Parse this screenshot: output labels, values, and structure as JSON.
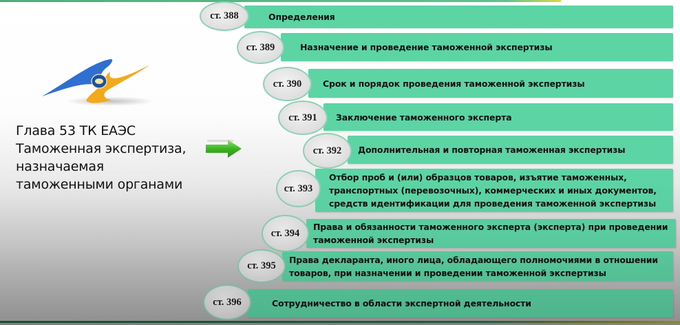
{
  "colors": {
    "box_fill": "#5dd4a4",
    "bubble_border": "#8fd1b6",
    "bubble_fill": "#dedede",
    "logo_blue": "#2f6fd0",
    "logo_yellow": "#f2a91c",
    "arrow_green": "#3cb521"
  },
  "logo": {
    "icon": "eaeu-emblem-icon"
  },
  "chapter": {
    "lines": [
      "Глава 53 ТК ЕАЭС",
      "Таможенная экспертиза,",
      "назначаемая",
      "таможенными органами"
    ]
  },
  "arrow": {
    "icon": "arrow-right-icon"
  },
  "articles": [
    {
      "number": "ст. 388",
      "title": "Определения"
    },
    {
      "number": "ст. 389",
      "title": "Назначение и проведение таможенной экспертизы"
    },
    {
      "number": "ст. 390",
      "title": "Срок и порядок проведения таможенной экспертизы"
    },
    {
      "number": "ст. 391",
      "title": "Заключение таможенного эксперта"
    },
    {
      "number": "ст. 392",
      "title": "Дополнительная и повторная таможенная экспертизы"
    },
    {
      "number": "ст. 393",
      "title_lines": [
        "Отбор проб и (или) образцов товаров, изъятие таможенных,",
        "транспортных (перевозочных), коммерческих и иных документов,",
        "средств идентификации для проведения таможенной экспертизы"
      ]
    },
    {
      "number": "ст. 394",
      "title_lines": [
        "Права и обязанности таможенного эксперта (эксперта) при проведении",
        "таможенной экспертизы"
      ]
    },
    {
      "number": "ст. 395",
      "title_lines": [
        "Права декларанта, иного лица, обладающего полномочиями в отношении",
        "товаров, при назначении и проведении таможенной экспертизы"
      ]
    },
    {
      "number": "ст. 396",
      "title": "Сотрудничество в области экспертной деятельности"
    }
  ]
}
